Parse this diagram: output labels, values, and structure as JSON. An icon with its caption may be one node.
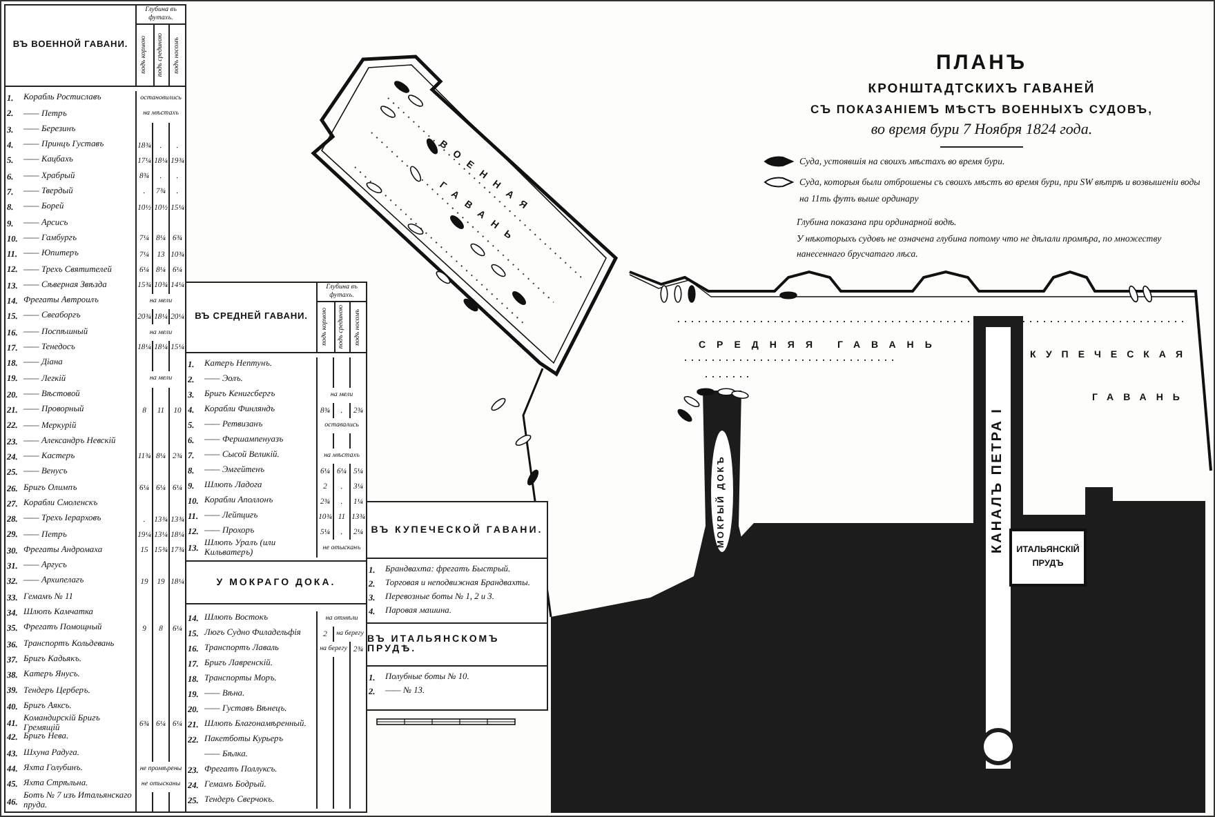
{
  "diagram": {
    "title": "ПЛАНЪ",
    "nodes": [
      {
        "text": [
          "ИТАЛЬЯНСКІЙ ПРУДЪ"
        ]
      }
    ],
    "labels": [
      "КРОНШТАДТСКИХЪ ГАВАНЕЙ",
      "СЪ ПОКАЗАНІЕМЪ МѢСТЪ ВОЕННЫХЪ СУДОВЪ,",
      "во время бури 7 Ноября 1824 года.",
      "Глубина показана при ординарной водѣ.",
      "У нѣкоторыхъ судовъ не означена глубина потому что не дѣлали промѣра, по множеству нанесеннаго брусчатаго лѣса.",
      "ВЪ ВОЕННОЙ ГАВАНИ.",
      "Глубина въ футахъ.",
      "подъ кормою",
      "подъ срединою",
      "подъ носомъ",
      "1.",
      "Корабль Ростиславъ",
      "остановились",
      "2.",
      "—— Петръ",
      "на мѣстахъ",
      "3.",
      "—— Березинъ",
      "4.",
      "—— Принцъ Густавъ",
      "18¾",
      ".",
      ".",
      "5.",
      "—— Кацбахъ",
      "17¼",
      "18¼",
      "19¾",
      "6.",
      "—— Храбрый",
      "8¾",
      ".",
      ".",
      "7.",
      "—— Твердый",
      ".",
      "7¾",
      ".",
      "8.",
      "—— Борей",
      "10½",
      "10½",
      "15¼",
      "9.",
      "—— Арсисъ",
      "10.",
      "—— Гамбургъ",
      "7¼",
      "8¼",
      "6¾",
      "11.",
      "—— Юпитеръ",
      "7¼",
      "13",
      "10¾",
      "12.",
      "—— Трехъ Святителей",
      "6¼",
      "8¼",
      "6¼",
      "13.",
      "—— Сѣверная Звѣзда",
      "15¾",
      "10¾",
      "14¼",
      "14.",
      "Фрегаты Автроилъ",
      "на мели",
      "15.",
      "—— Свеаборгъ",
      "20¾",
      "18¼",
      "20¼",
      "16.",
      "—— Поспѣшный",
      "на мели",
      "17.",
      "—— Тенедосъ",
      "18¼",
      "18¼",
      "15¼",
      "18.",
      "—— Діана",
      "19.",
      "—— Легкій",
      "на мели",
      "20.",
      "—— Вѣстовой",
      "21.",
      "—— Проворный",
      "8",
      "11",
      "10",
      "22.",
      "—— Меркурій",
      "23.",
      "—— Александръ Невскій",
      "24.",
      "—— Кастеръ",
      "11¾",
      "8¼",
      "2¾",
      "25.",
      "—— Венусъ",
      "26.",
      "Бригъ Олимпъ",
      "6¼",
      "6¼",
      "6¼",
      "27.",
      "Корабли Смоленскъ",
      "28.",
      "—— Трехъ Іерарховъ",
      ".",
      "13¾",
      "13¾",
      "29.",
      "—— Петръ",
      "19¼",
      "13¼",
      "18¼",
      "30.",
      "Фрегаты Андромаха",
      "15",
      "15¾",
      "17¾",
      "31.",
      "—— Аргусъ",
      "32.",
      "—— Архипелагъ",
      "19",
      "19",
      "18¼",
      "33.",
      "Гемамъ № 11",
      "34.",
      "Шлюпъ Камчатка",
      "35.",
      "Фрегатъ Помощный",
      "9",
      "8",
      "6¼",
      "36.",
      "Транспортъ Кольдевань",
      "37.",
      "Бригъ Кадьякъ.",
      "38.",
      "Катеръ Янусъ.",
      "39.",
      "Тендеръ Церберъ.",
      "40.",
      "Бригъ Аяксъ.",
      "41.",
      "Командирскій Бригъ Гремящій",
      "6¾",
      "6¼",
      "6¼",
      "42.",
      "Бригъ Нева.",
      "43.",
      "Шхуна Радуга.",
      "44.",
      "Яхта Голубинъ.",
      "не промѣрены",
      "45.",
      "Яхта Стрѣльна.",
      "не отысканы",
      "46.",
      "Ботъ № 7 изъ Итальянскаго пруда.",
      "ВЪ СРЕДНЕЙ ГАВАНИ.",
      "Глубина въ футахъ.",
      "подъ кормою",
      "подъ срединою",
      "подъ носомъ",
      "1.",
      "Катеръ Нептунъ.",
      "2.",
      "—— Эолъ.",
      "3.",
      "Бригъ Кенигсбергъ",
      "на мели",
      "4.",
      "Корабли Финляндъ",
      "8¾",
      ".",
      "2¾",
      "5.",
      "—— Ретвизанъ",
      "оставались",
      "6.",
      "—— Фершампенуазъ",
      "7.",
      "—— Сысой Великій.",
      "на мѣстахъ",
      "8.",
      "—— Эмгейтенъ",
      "6¼",
      "6¼",
      "5¼",
      "9.",
      "Шлюпъ Ладога",
      "2",
      ".",
      "3¼",
      "10.",
      "Корабли Аполлонъ",
      "2¾",
      ".",
      "1¼",
      "11.",
      "—— Лейпцигъ",
      "10¾",
      "11",
      "13¾",
      "12.",
      "—— Прохоръ",
      "5¼",
      ".",
      "2¼",
      "13.",
      "Шлюпъ Уралъ (или Кильватеръ)",
      "не отысканъ",
      "У МОКРАГО ДОКА.",
      "14.",
      "Шлюпъ Востокъ",
      "на отмѣли",
      "15.",
      "Люгъ Судно Филадельфія",
      "2",
      "на берегу",
      "16.",
      "Транспортъ Лаваль",
      "на берегу",
      "2¾",
      "17.",
      "Бригъ Лавренскій.",
      "18.",
      "Транспорты Моръ.",
      "19.",
      "—— Вѣна.",
      "20.",
      "—— Густавъ Вѣнецъ.",
      "21.",
      "Шлюпъ Благонамѣренный.",
      "22.",
      "Пакетботы Курьеръ",
      "—— Бѣлка.",
      "23.",
      "Фрегатъ Поллуксъ.",
      "24.",
      "Гемамъ Бодрый.",
      "25.",
      "Тендеръ Сверчокъ.",
      "ВЪ КУПЕЧЕСКОЙ ГАВАНИ.",
      "1.",
      "Брандвахта: фрегатъ Быстрый.",
      "2.",
      "Торговая и неподвижная Брандвахты.",
      "3.",
      "Перевозные боты № 1, 2 и 3.",
      "4.",
      "Паровая машина.",
      "ВЪ ИТАЛЬЯНСКОМЪ ПРУДѢ.",
      "1.",
      "Полубные боты № 10.",
      "2.",
      "—— № 13.",
      "ВОЕННАЯ",
      "ГАВАНЬ",
      "СРЕДНЯЯ ГАВАНЬ",
      "КУПЕЧЕСКАЯ",
      "ГАВАНЬ",
      "МОКРЫЙ ДОКЪ",
      "КАНАЛЪ ПЕТРА I"
    ],
    "legend": [
      {
        "text": "Суда, устоявшія на своихъ мѣстахъ во время бури."
      },
      {
        "text": "Суда, которыя были отброшены съ своихъ мѣстъ во время бури, при SW вѣтрѣ и возвышеніи воды на 11ть футъ выше ординару"
      }
    ]
  }
}
